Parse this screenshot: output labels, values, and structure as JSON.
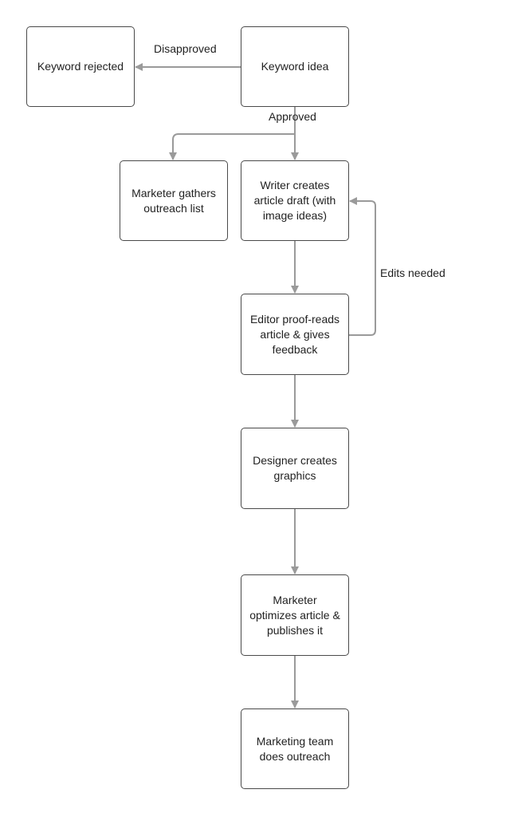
{
  "nodes": {
    "keyword_rejected": "Keyword rejected",
    "keyword_idea": "Keyword idea",
    "marketer_gathers": "Marketer gathers\noutreach list",
    "writer_creates": "Writer creates\narticle draft (with\nimage ideas)",
    "editor_proofreads": "Editor proof-reads\narticle & gives\nfeedback",
    "designer_creates": "Designer creates\ngraphics",
    "marketer_optimizes": "Marketer\noptimizes article &\npublishes it",
    "marketing_team": "Marketing team\ndoes outreach"
  },
  "edge_labels": {
    "disapproved": "Disapproved",
    "approved": "Approved",
    "edits_needed": "Edits needed"
  },
  "colors": {
    "connector": "#9a9a9a",
    "node_border": "#4a4a4a",
    "text": "#222222"
  }
}
